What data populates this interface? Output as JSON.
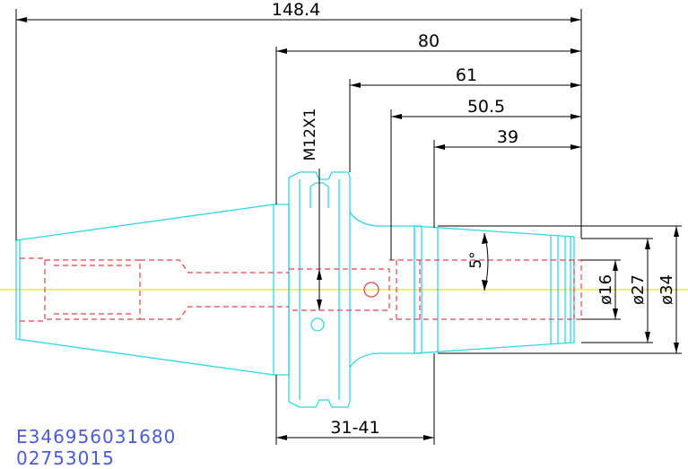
{
  "drawing": {
    "dimensions": {
      "overall_length": "148.4",
      "length_80": "80",
      "length_61": "61",
      "length_50_5": "50.5",
      "length_39": "39",
      "thread": "M12X1",
      "taper_angle": "5°",
      "bore_diameter": "ø16",
      "nose_diameter": "ø27",
      "outer_diameter": "ø34",
      "clamp_range": "31-41"
    },
    "part_code_1": "E346956031680",
    "part_code_2": "02753015"
  },
  "colors": {
    "outline": "#2fd6e6",
    "hidden": "#e8424a",
    "center": "#e4e41a",
    "dimension": "#000000",
    "code_text": "#4b5bd8"
  }
}
